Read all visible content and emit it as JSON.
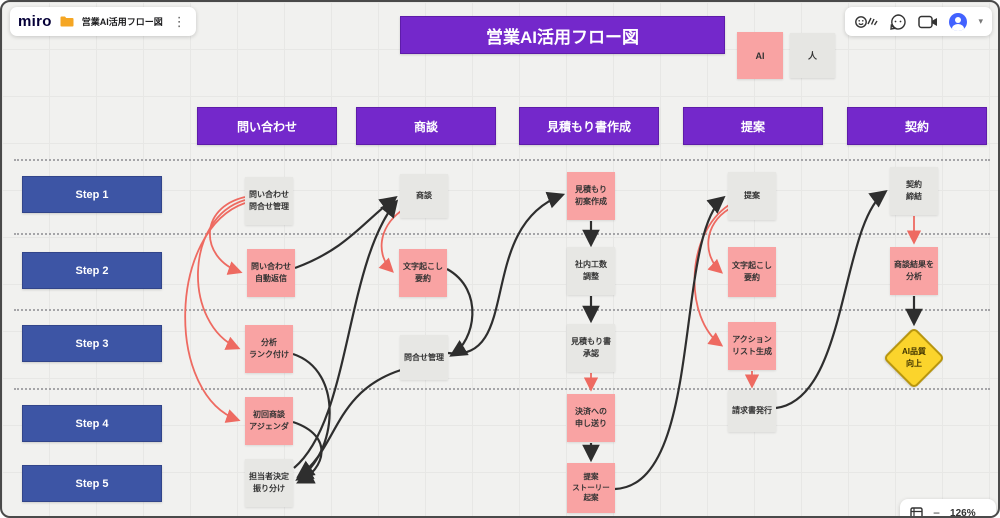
{
  "app": {
    "logo": "miro",
    "board_title": "営業AI活用フロー図",
    "kebab": "⋮",
    "zoom_label": "126%",
    "zoom_minus": "−"
  },
  "banner": {
    "title": "営業AI活用フロー図"
  },
  "legend": [
    {
      "label": "AI",
      "type": "ai"
    },
    {
      "label": "人",
      "type": "human"
    }
  ],
  "columns": [
    "問い合わせ",
    "商談",
    "見積もり書作成",
    "提案",
    "契約"
  ],
  "steps": [
    "Step 1",
    "Step 2",
    "Step 3",
    "Step 4",
    "Step 5"
  ],
  "nodes": [
    {
      "id": "q-mgmt",
      "lines": [
        "問い合わせ",
        "問合せ管理"
      ],
      "type": "human"
    },
    {
      "id": "q-auto",
      "lines": [
        "問い合わせ",
        "自動返信"
      ],
      "type": "ai"
    },
    {
      "id": "q-rank",
      "lines": [
        "分析",
        "ランク付け"
      ],
      "type": "ai"
    },
    {
      "id": "q-agenda",
      "lines": [
        "初回商談",
        "アジェンダ"
      ],
      "type": "ai"
    },
    {
      "id": "q-assign",
      "lines": [
        "担当者決定",
        "振り分け"
      ],
      "type": "human"
    },
    {
      "id": "s-meet",
      "lines": [
        "商談"
      ],
      "type": "human"
    },
    {
      "id": "s-transcribe",
      "lines": [
        "文字起こし",
        "要約"
      ],
      "type": "ai"
    },
    {
      "id": "s-inqmgmt",
      "lines": [
        "問合せ管理"
      ],
      "type": "human"
    },
    {
      "id": "m-draft",
      "lines": [
        "見積もり",
        "初案作成"
      ],
      "type": "ai"
    },
    {
      "id": "m-cost",
      "lines": [
        "社内工数",
        "調整"
      ],
      "type": "human"
    },
    {
      "id": "m-approve",
      "lines": [
        "見積もり書",
        "承認"
      ],
      "type": "human"
    },
    {
      "id": "m-escalate",
      "lines": [
        "決済への",
        "申し送り"
      ],
      "type": "ai"
    },
    {
      "id": "m-story",
      "lines": [
        "提案",
        "ストーリー",
        "起案"
      ],
      "type": "ai"
    },
    {
      "id": "p-main",
      "lines": [
        "提案"
      ],
      "type": "human"
    },
    {
      "id": "p-transcribe",
      "lines": [
        "文字起こし",
        "要約"
      ],
      "type": "ai"
    },
    {
      "id": "p-action",
      "lines": [
        "アクション",
        "リスト生成"
      ],
      "type": "ai"
    },
    {
      "id": "p-invoice",
      "lines": [
        "請求書発行"
      ],
      "type": "human"
    },
    {
      "id": "c-sign",
      "lines": [
        "契約",
        "締結"
      ],
      "type": "human"
    },
    {
      "id": "c-analyze",
      "lines": [
        "商談結果を",
        "分析"
      ],
      "type": "ai"
    },
    {
      "id": "c-quality",
      "lines": [
        "AI品質",
        "向上"
      ],
      "type": "goal"
    }
  ],
  "edges": [
    {
      "from": "q-mgmt",
      "to": "q-auto",
      "color": "red"
    },
    {
      "from": "q-mgmt",
      "to": "q-rank",
      "color": "red"
    },
    {
      "from": "q-mgmt",
      "to": "q-agenda",
      "color": "red"
    },
    {
      "from": "s-meet",
      "to": "s-transcribe",
      "color": "red"
    },
    {
      "from": "p-main",
      "to": "p-transcribe",
      "color": "red"
    },
    {
      "from": "p-main",
      "to": "p-action",
      "color": "red"
    },
    {
      "from": "m-approve",
      "to": "m-escalate",
      "color": "red"
    },
    {
      "from": "p-action",
      "to": "p-invoice",
      "color": "red"
    },
    {
      "from": "c-sign",
      "to": "c-analyze",
      "color": "red"
    },
    {
      "from": "q-auto",
      "to": "s-meet",
      "color": "black"
    },
    {
      "from": "q-assign",
      "to": "s-meet",
      "color": "black"
    },
    {
      "from": "q-rank",
      "to": "q-assign",
      "color": "black"
    },
    {
      "from": "q-agenda",
      "to": "q-assign",
      "color": "black"
    },
    {
      "from": "s-inqmgmt",
      "to": "q-assign",
      "color": "black"
    },
    {
      "from": "s-transcribe",
      "to": "s-inqmgmt",
      "color": "black"
    },
    {
      "from": "s-inqmgmt",
      "to": "m-draft",
      "color": "black"
    },
    {
      "from": "m-draft",
      "to": "m-cost",
      "color": "black"
    },
    {
      "from": "m-cost",
      "to": "m-approve",
      "color": "black"
    },
    {
      "from": "m-escalate",
      "to": "m-story",
      "color": "black"
    },
    {
      "from": "m-story",
      "to": "p-main",
      "color": "black"
    },
    {
      "from": "p-invoice",
      "to": "c-sign",
      "color": "black"
    },
    {
      "from": "c-analyze",
      "to": "c-quality",
      "color": "black"
    }
  ],
  "colors": {
    "purple": "#7428cb",
    "step_blue": "#3d55a5",
    "ai_pink": "#f9a3a3",
    "human_gray": "#e7e7e4",
    "goal_yellow": "#fbd42c",
    "edge_red": "#ee6a61",
    "edge_black": "#2e2e2e",
    "avatar_blue": "#4262ff"
  }
}
